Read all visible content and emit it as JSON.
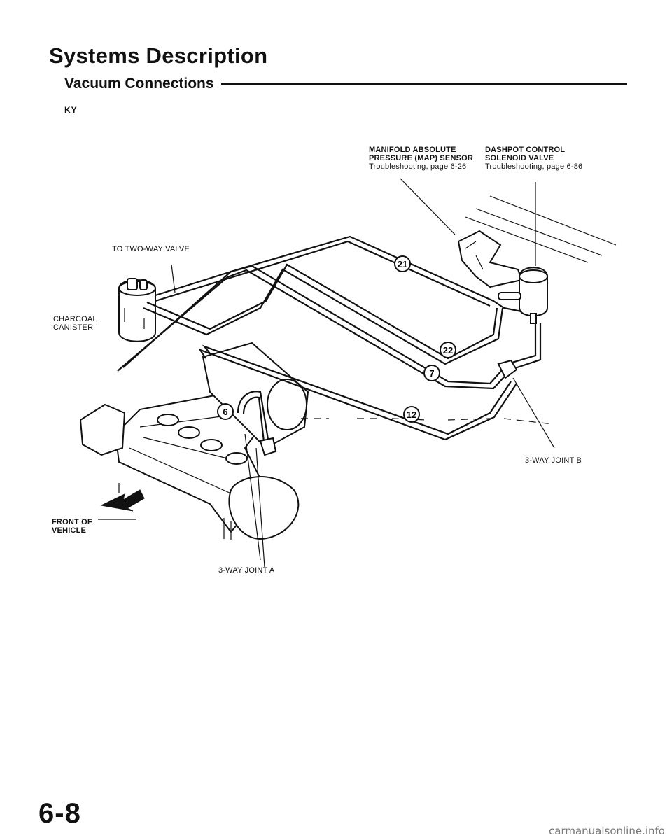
{
  "header": {
    "title": "Systems Description",
    "subtitle": "Vacuum Connections",
    "model_code": "KY"
  },
  "labels": {
    "map_sensor": {
      "line1": "MANIFOLD ABSOLUTE",
      "line2": "PRESSURE (MAP) SENSOR",
      "ref": "Troubleshooting, page 6-26"
    },
    "dashpot_valve": {
      "line1": "DASHPOT CONTROL",
      "line2": "SOLENOID VALVE",
      "ref": "Troubleshooting, page 6-86"
    },
    "two_way_valve": "TO TWO-WAY VALVE",
    "charcoal_canister": {
      "line1": "CHARCOAL",
      "line2": "CANISTER"
    },
    "joint_b": "3-WAY JOINT B",
    "front_of_vehicle": {
      "line1": "FRONT OF",
      "line2": "VEHICLE"
    },
    "joint_a": "3-WAY JOINT A"
  },
  "hose_tags": [
    "21",
    "22",
    "7",
    "12",
    "6"
  ],
  "page_number": "6-8",
  "footer": "carmanualsonline.info"
}
